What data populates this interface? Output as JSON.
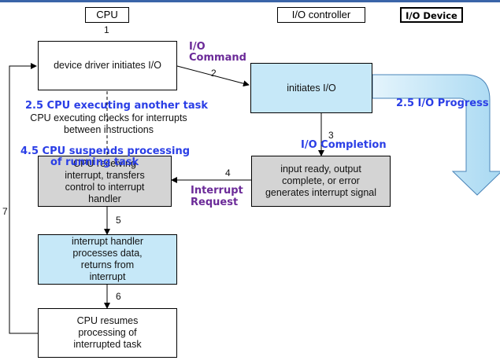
{
  "headers": {
    "cpu": "CPU",
    "io_controller": "I/O controller",
    "io_device": "I/O Device"
  },
  "boxes": {
    "driver": "device driver initiates I/O",
    "initiates": "initiates I/O",
    "ready": "input ready, output complete, or error generates interrupt signal",
    "receiving": "CPU receiving interrupt, transfers control to interrupt handler",
    "handler": "interrupt handler processes data, returns from interrupt",
    "resumes": "CPU resumes processing of interrupted task"
  },
  "notes": {
    "checks": "CPU executing checks for interrupts between instructions"
  },
  "steps": [
    "1",
    "2",
    "3",
    "4",
    "5",
    "6",
    "7"
  ],
  "annotations": {
    "io_command_1": "I/O",
    "io_command_2": "Command",
    "executing_another": "2.5 CPU executing another task",
    "io_progress": "2.5 I/O Progress",
    "io_completion": "I/O Completion",
    "suspends_1": "4.5 CPU suspends processing",
    "suspends_2": "of  running task",
    "interrupt_request_1": "Interrupt",
    "interrupt_request_2": "Request"
  },
  "colors": {
    "blue_box": "#c6e8f8",
    "grey_box": "#d4d4d4",
    "purple_text": "#6b2a98",
    "blue_text": "#2a3ee6"
  }
}
